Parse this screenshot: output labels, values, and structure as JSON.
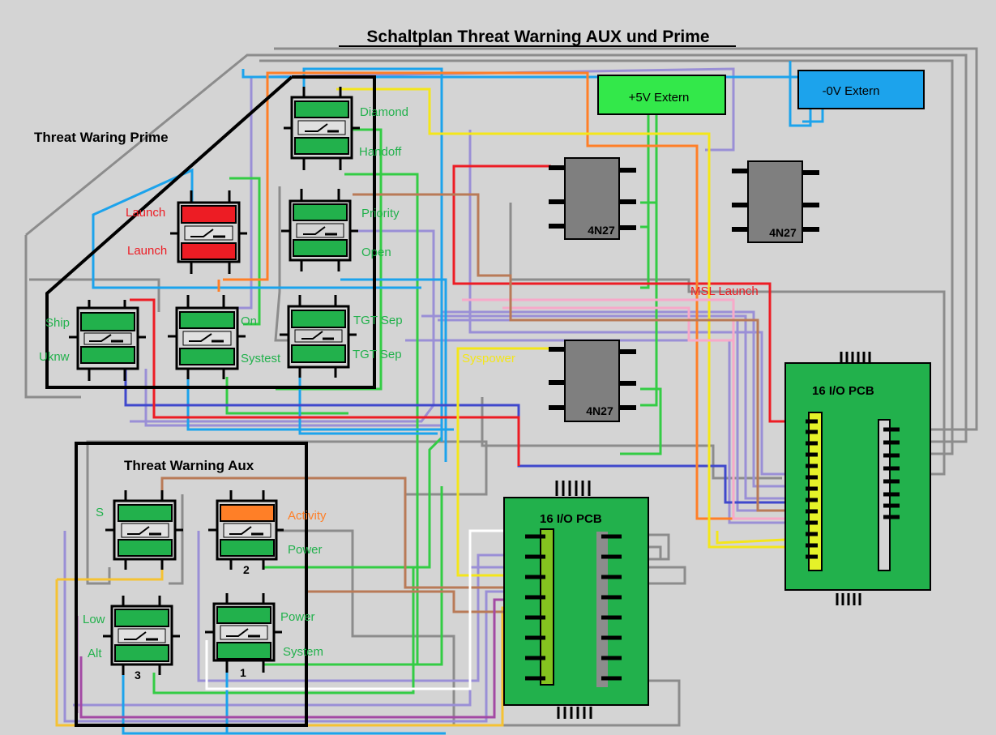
{
  "title": "Schaltplan Threat Warning AUX und Prime",
  "group_prime": "Threat Waring Prime",
  "group_aux": "Threat Warning Aux",
  "supply_plus": "+5V Extern",
  "supply_minus": "-0V Extern",
  "ic_label": "4N27",
  "pcb_label": "16 I/O PCB",
  "msl_launch": "MSL Launch",
  "syspower": "Syspower",
  "switch_labels": {
    "diamond": "Diamond",
    "handoff": "Handoff",
    "launch_top": "Launch",
    "launch_bottom": "Launch",
    "priority": "Priority",
    "open": "Open",
    "ship": "Ship",
    "uknw": "Uknw",
    "on": "On",
    "systest": "Systest",
    "tgt_sep_top": "TGT Sep",
    "tgt_sep_bottom": "TGT Sep",
    "s": "S",
    "activity": "Activity",
    "power_aux2": "Power",
    "low": "Low",
    "alt": "Alt",
    "power_aux1": "Power",
    "system": "System"
  },
  "switch_numbers": {
    "n1": "1",
    "n2": "2",
    "n3": "3"
  },
  "colors": {
    "background": "#d4d4d4",
    "switch_green": "#22b14c",
    "launch_red": "#ed1c24",
    "activity_orange": "#ff7f27",
    "plus_supply": "#33e84a",
    "minus_supply": "#1ca3ec",
    "ic_gray": "#7f7f7f",
    "pcb_green": "#22b14c",
    "header_yellow": "#e5f229",
    "label_green": "#22b14c",
    "label_red": "#ed1c24"
  }
}
